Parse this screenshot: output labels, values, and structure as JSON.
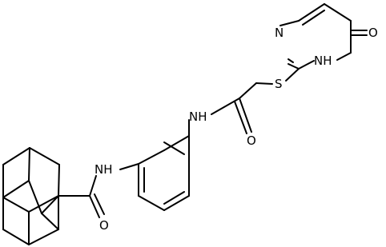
{
  "molecule": {
    "atoms": {
      "O_keto": "O",
      "NH_ring": "NH",
      "N_ring": "N",
      "S": "S",
      "NH_amide1": "NH",
      "O_amide1": "O",
      "NH_amide2": "NH",
      "O_amide2": "O"
    }
  }
}
